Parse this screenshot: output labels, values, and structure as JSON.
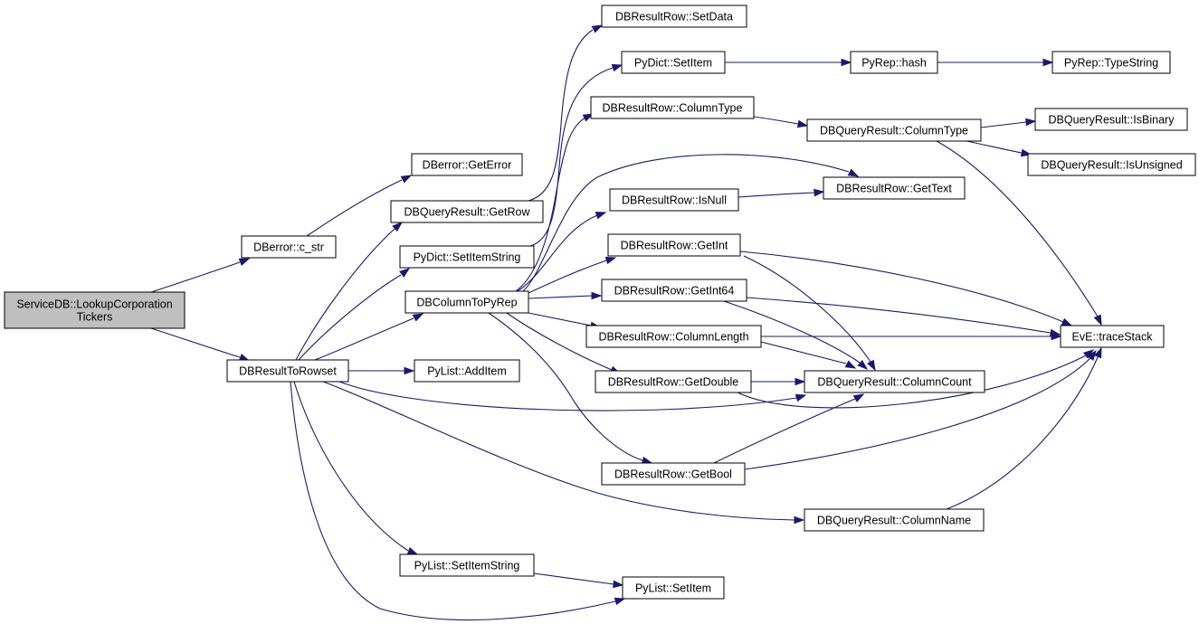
{
  "title": "",
  "colors": {
    "edge": "#191970",
    "root_fill": "#bfbfbf",
    "node_fill": "#ffffff",
    "border": "#000000"
  },
  "nodes": [
    {
      "id": "lookup",
      "lines": [
        "ServiceDB::LookupCorporation",
        "Tickers"
      ],
      "root": true
    },
    {
      "id": "cstr",
      "lines": [
        "DBerror::c_str"
      ]
    },
    {
      "id": "rowset",
      "lines": [
        "DBResultToRowset"
      ]
    },
    {
      "id": "geterror",
      "lines": [
        "DBerror::GetError"
      ]
    },
    {
      "id": "getrow",
      "lines": [
        "DBQueryResult::GetRow"
      ]
    },
    {
      "id": "dictsetitemstring",
      "lines": [
        "PyDict::SetItemString"
      ]
    },
    {
      "id": "colpyrep",
      "lines": [
        "DBColumnToPyRep"
      ]
    },
    {
      "id": "additem",
      "lines": [
        "PyList::AddItem"
      ]
    },
    {
      "id": "listsetitemstring",
      "lines": [
        "PyList::SetItemString"
      ]
    },
    {
      "id": "setdata",
      "lines": [
        "DBResultRow::SetData"
      ]
    },
    {
      "id": "dictsetitem",
      "lines": [
        "PyDict::SetItem"
      ]
    },
    {
      "id": "rowcoltype",
      "lines": [
        "DBResultRow::ColumnType"
      ]
    },
    {
      "id": "isnull",
      "lines": [
        "DBResultRow::IsNull"
      ]
    },
    {
      "id": "getint",
      "lines": [
        "DBResultRow::GetInt"
      ]
    },
    {
      "id": "getint64",
      "lines": [
        "DBResultRow::GetInt64"
      ]
    },
    {
      "id": "collength",
      "lines": [
        "DBResultRow::ColumnLength"
      ]
    },
    {
      "id": "getdouble",
      "lines": [
        "DBResultRow::GetDouble"
      ]
    },
    {
      "id": "getbool",
      "lines": [
        "DBResultRow::GetBool"
      ]
    },
    {
      "id": "listsetitem",
      "lines": [
        "PyList::SetItem"
      ]
    },
    {
      "id": "hash",
      "lines": [
        "PyRep::hash"
      ]
    },
    {
      "id": "typestring",
      "lines": [
        "PyRep::TypeString"
      ]
    },
    {
      "id": "qcoltype",
      "lines": [
        "DBQueryResult::ColumnType"
      ]
    },
    {
      "id": "isbinary",
      "lines": [
        "DBQueryResult::IsBinary"
      ]
    },
    {
      "id": "isunsigned",
      "lines": [
        "DBQueryResult::IsUnsigned"
      ]
    },
    {
      "id": "gettext",
      "lines": [
        "DBResultRow::GetText"
      ]
    },
    {
      "id": "colcount",
      "lines": [
        "DBQueryResult::ColumnCount"
      ]
    },
    {
      "id": "colname",
      "lines": [
        "DBQueryResult::ColumnName"
      ]
    },
    {
      "id": "tracestack",
      "lines": [
        "EvE::traceStack"
      ]
    }
  ],
  "edges": [
    {
      "from": "lookup",
      "to": "cstr"
    },
    {
      "from": "lookup",
      "to": "rowset"
    },
    {
      "from": "cstr",
      "to": "geterror"
    },
    {
      "from": "rowset",
      "to": "getrow"
    },
    {
      "from": "rowset",
      "to": "dictsetitemstring"
    },
    {
      "from": "rowset",
      "to": "colpyrep"
    },
    {
      "from": "rowset",
      "to": "additem"
    },
    {
      "from": "rowset",
      "to": "listsetitemstring"
    },
    {
      "from": "rowset",
      "to": "listsetitem"
    },
    {
      "from": "rowset",
      "to": "colcount"
    },
    {
      "from": "rowset",
      "to": "colname"
    },
    {
      "from": "getrow",
      "to": "setdata"
    },
    {
      "from": "dictsetitemstring",
      "to": "dictsetitem"
    },
    {
      "from": "colpyrep",
      "to": "rowcoltype"
    },
    {
      "from": "colpyrep",
      "to": "gettext"
    },
    {
      "from": "colpyrep",
      "to": "isnull"
    },
    {
      "from": "colpyrep",
      "to": "getint"
    },
    {
      "from": "colpyrep",
      "to": "getint64"
    },
    {
      "from": "colpyrep",
      "to": "collength"
    },
    {
      "from": "colpyrep",
      "to": "getdouble"
    },
    {
      "from": "colpyrep",
      "to": "getbool"
    },
    {
      "from": "listsetitemstring",
      "to": "listsetitem"
    },
    {
      "from": "dictsetitem",
      "to": "hash"
    },
    {
      "from": "hash",
      "to": "typestring"
    },
    {
      "from": "rowcoltype",
      "to": "qcoltype"
    },
    {
      "from": "qcoltype",
      "to": "isbinary"
    },
    {
      "from": "qcoltype",
      "to": "isunsigned"
    },
    {
      "from": "qcoltype",
      "to": "tracestack"
    },
    {
      "from": "isnull",
      "to": "gettext"
    },
    {
      "from": "getint",
      "to": "tracestack"
    },
    {
      "from": "getint",
      "to": "colcount"
    },
    {
      "from": "getint64",
      "to": "tracestack"
    },
    {
      "from": "getint64",
      "to": "colcount"
    },
    {
      "from": "collength",
      "to": "tracestack"
    },
    {
      "from": "collength",
      "to": "colcount"
    },
    {
      "from": "getdouble",
      "to": "colcount"
    },
    {
      "from": "getdouble",
      "to": "tracestack"
    },
    {
      "from": "getbool",
      "to": "colcount"
    },
    {
      "from": "getbool",
      "to": "tracestack"
    },
    {
      "from": "colname",
      "to": "tracestack"
    }
  ]
}
